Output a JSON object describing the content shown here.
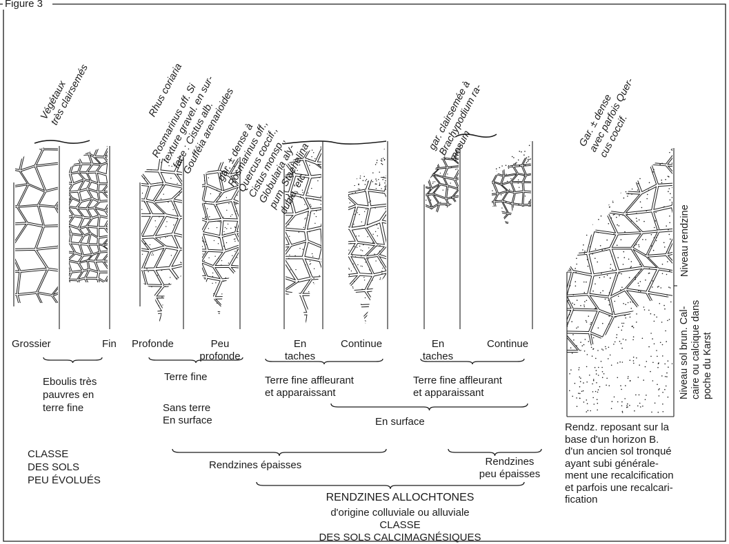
{
  "figure_label": "Figure 3",
  "vegetation": {
    "v1": [
      "Végétaux",
      "très clairsemés"
    ],
    "v2": [
      "Rhus coriaria"
    ],
    "v3": [
      "Rosmarinus off. Si",
      "texture gravel. en sur-",
      "face : Cistus alb.",
      "Goufféia arenarioides"
    ],
    "v4": [
      "gar. ± dense à",
      "Rosmarinus off.,",
      "Quercus coccif.,",
      "Cistus monsp.,",
      "Globularia aly-",
      "pum, Staehelina",
      "dubia, etc."
    ],
    "v5": [
      "gar. clairsemée à",
      "Brachypodium ra-",
      "mosum"
    ],
    "v6": [
      "Gar. ± dense",
      "avec parfois Quer-",
      "cus coccif."
    ]
  },
  "profile_labels": {
    "grossier": "Grossier",
    "fin": "Fin",
    "profonde": "Profonde",
    "peu_profonde": [
      "Peu",
      "profonde"
    ],
    "en_taches_1": [
      "En",
      "taches"
    ],
    "continue_1": "Continue",
    "en_taches_2": [
      "En",
      "taches"
    ],
    "continue_2": "Continue"
  },
  "groups": {
    "eboulis": [
      "Eboulis très",
      "pauvres en",
      "terre fine"
    ],
    "terre_fine": "Terre fine",
    "terre_fine_affleurant_1": [
      "Terre fine affleurant",
      "et apparaissant"
    ],
    "terre_fine_affleurant_2": [
      "Terre fine affleurant",
      "et apparaissant"
    ],
    "sans_terre": [
      "Sans terre",
      "En surface"
    ],
    "en_surface": "En surface",
    "rendzines_epaisses": "Rendzines épaisses",
    "rendzines_peu_epaisses": [
      "Rendzines",
      "peu épaisses"
    ]
  },
  "classes": {
    "peu_evolues": [
      "CLASSE",
      "DES SOLS",
      "PEU ÉVOLUÉS"
    ],
    "allochtones_title": "RENDZINES ALLOCHTONES",
    "allochtones_sub": [
      "d'origine colluviale ou alluviale",
      "CLASSE",
      "DES SOLS CALCIMAGNÉSIQUES"
    ]
  },
  "right_panel": {
    "niveau_rendzine": "Niveau rendzine",
    "niveau_sol_brun": [
      "Niveau sol brun. Cal-",
      "caire ou calcique dans",
      "poche du Karst"
    ],
    "caption": [
      "Rendz. reposant sur la",
      "base d'un horizon B.",
      "d'un ancien sol tronqué",
      "ayant subi générale-",
      "ment une recalcification",
      "et parfois une recalcari-",
      "fication"
    ]
  }
}
